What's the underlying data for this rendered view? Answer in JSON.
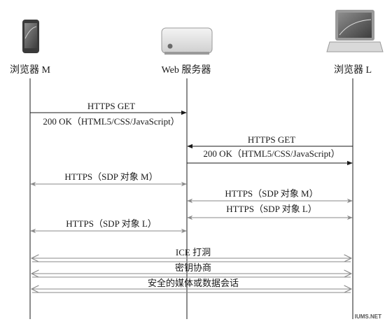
{
  "participants": [
    {
      "id": "M",
      "label": "浏览器 M",
      "icon": "tablet-icon"
    },
    {
      "id": "S",
      "label": "Web 服务器",
      "icon": "server-icon"
    },
    {
      "id": "L",
      "label": "浏览器 L",
      "icon": "laptop-icon"
    }
  ],
  "messages": [
    {
      "from": "M",
      "to": "S",
      "dir": "right",
      "label": "HTTPS GET"
    },
    {
      "from": "S",
      "to": "M",
      "dir": "none",
      "label": "200 OK（HTML5/CSS/JavaScript）"
    },
    {
      "from": "L",
      "to": "S",
      "dir": "left",
      "label": "HTTPS GET"
    },
    {
      "from": "S",
      "to": "L",
      "dir": "right",
      "label": "200 OK（HTML5/CSS/JavaScript）"
    },
    {
      "from": "M",
      "to": "S",
      "dir": "both",
      "label": "HTTPS（SDP 对象 M）"
    },
    {
      "from": "S",
      "to": "L",
      "dir": "both",
      "label": "HTTPS（SDP 对象 M）"
    },
    {
      "from": "S",
      "to": "L",
      "dir": "both",
      "label": "HTTPS（SDP 对象 L）"
    },
    {
      "from": "M",
      "to": "S",
      "dir": "both",
      "label": "HTTPS（SDP 对象 L）"
    },
    {
      "from": "M",
      "to": "L",
      "dir": "both",
      "label": "ICE 打洞"
    },
    {
      "from": "M",
      "to": "L",
      "dir": "both",
      "label": "密钥协商"
    },
    {
      "from": "M",
      "to": "L",
      "dir": "both",
      "label": "安全的媒体或数据会话"
    }
  ],
  "watermark": "IUMS.NET",
  "colors": {
    "line": "#1a1a1a",
    "arrow_gray": "#8a8a8a",
    "icon_dark": "#3a3a3a",
    "icon_light": "#d9d9d9"
  }
}
